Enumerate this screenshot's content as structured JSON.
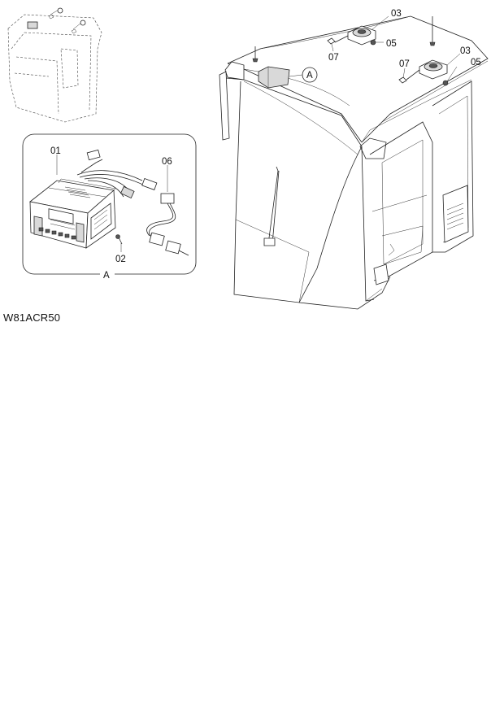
{
  "drawing_code": "W81ACR50",
  "detail_view": {
    "label": "A"
  },
  "callout": {
    "label": "A"
  },
  "part_labels": {
    "radio": "01",
    "screw_radio": "02",
    "speaker_left": "03",
    "speaker_right": "03",
    "screw_left": "05",
    "screw_right": "05",
    "harness": "06",
    "clip_left": "07",
    "clip_right": "07"
  }
}
